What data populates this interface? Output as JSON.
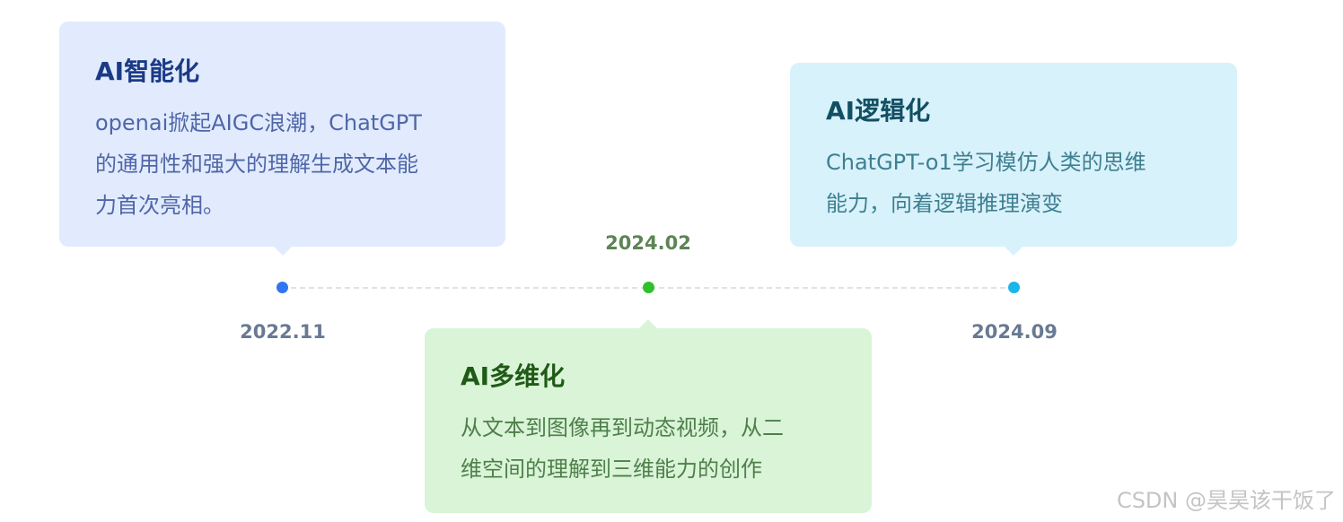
{
  "milestones": [
    {
      "date": "2022.11",
      "title": "AI智能化",
      "lines": [
        "openai掀起AIGC浪潮，ChatGPT",
        "的通用性和强大的理解生成文本能",
        "力首次亮相。"
      ],
      "dot_color": "#3275f0",
      "card_color": "#e1ebfd"
    },
    {
      "date": "2024.02",
      "title": "AI多维化",
      "lines": [
        "从文本到图像再到动态视频，从二",
        "维空间的理解到三维能力的创作"
      ],
      "dot_color": "#2ec12a",
      "card_color": "#d9f4d7"
    },
    {
      "date": "2024.09",
      "title": "AI逻辑化",
      "lines": [
        "ChatGPT-o1学习模仿人类的思维",
        "能力，向着逻辑推理演变"
      ],
      "dot_color": "#18b6ea",
      "card_color": "#d8f2fb"
    }
  ],
  "watermark": "CSDN @昊昊该干饭了"
}
